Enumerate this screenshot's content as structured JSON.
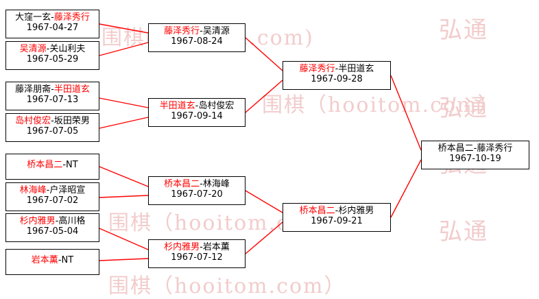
{
  "diagram": {
    "type": "tournament-bracket",
    "title": "",
    "watermarks": [
      "弘通",
      "弘通",
      "弘通",
      "弘通",
      "围棋(hooitom.com)",
      "围棋（hooitom.com）",
      "围棋（hooitom.com）"
    ],
    "colors": {
      "line": "#ff0000",
      "box_border": "#000000",
      "winner_text": "#ff0000",
      "loser_text": "#000000",
      "watermark": "#f2cccc"
    },
    "rounds": [
      {
        "name": "round-1",
        "matches": [
          {
            "id": "r1m1",
            "winner": "大窪一玄",
            "loser": "藤泽秀行",
            "winner_side": "left",
            "pairing": "大窪一玄-藤泽秀行",
            "date": "1967-04-27"
          },
          {
            "id": "r1m2",
            "winner": "吴清源",
            "loser": "关山利夫",
            "winner_side": "left",
            "pairing": "吴清源-关山利夫",
            "date": "1967-05-29"
          },
          {
            "id": "r1m3",
            "winner": "半田道玄",
            "loser": "藤泽朋斋",
            "winner_side": "right",
            "pairing": "藤泽朋斋-半田道玄",
            "date": "1967-07-13"
          },
          {
            "id": "r1m4",
            "winner": "岛村俊宏",
            "loser": "坂田荣男",
            "winner_side": "left",
            "pairing": "岛村俊宏-坂田荣男",
            "date": "1967-07-05"
          },
          {
            "id": "r1m5",
            "winner": "桥本昌二",
            "loser": "NT",
            "winner_side": "left",
            "pairing": "桥本昌二-NT",
            "date": ""
          },
          {
            "id": "r1m6",
            "winner": "林海峰",
            "loser": "户泽昭宣",
            "winner_side": "left",
            "pairing": "林海峰-户泽昭宣",
            "date": "1967-07-02"
          },
          {
            "id": "r1m7",
            "winner": "杉内雅男",
            "loser": "高川格",
            "winner_side": "left",
            "pairing": "杉内雅男-高川格",
            "date": "1967-05-04"
          },
          {
            "id": "r1m8",
            "winner": "岩本薫",
            "loser": "NT",
            "winner_side": "left",
            "pairing": "岩本薫-NT",
            "date": ""
          }
        ]
      },
      {
        "name": "round-2",
        "matches": [
          {
            "id": "r2m1",
            "winner": "藤泽秀行",
            "loser": "吴清源",
            "winner_side": "left",
            "pairing": "藤泽秀行-吴清源",
            "date": "1967-08-24"
          },
          {
            "id": "r2m2",
            "winner": "半田道玄",
            "loser": "岛村俊宏",
            "winner_side": "left",
            "pairing": "半田道玄-岛村俊宏",
            "date": "1967-09-14"
          },
          {
            "id": "r2m3",
            "winner": "桥本昌二",
            "loser": "林海峰",
            "winner_side": "left",
            "pairing": "桥本昌二-林海峰",
            "date": "1967-07-20"
          },
          {
            "id": "r2m4",
            "winner": "杉内雅男",
            "loser": "岩本薫",
            "winner_side": "left",
            "pairing": "杉内雅男-岩本薫",
            "date": "1967-07-12"
          }
        ]
      },
      {
        "name": "round-3",
        "matches": [
          {
            "id": "r3m1",
            "winner": "藤泽秀行",
            "loser": "半田道玄",
            "winner_side": "left",
            "pairing": "藤泽秀行-半田道玄",
            "date": "1967-09-28"
          },
          {
            "id": "r3m2",
            "winner": "桥本昌二",
            "loser": "杉内雅男",
            "winner_side": "left",
            "pairing": "桥本昌二-杉内雅男",
            "date": "1967-09-21"
          }
        ]
      },
      {
        "name": "final",
        "matches": [
          {
            "id": "r4m1",
            "winner": "桥本昌二",
            "loser": "藤泽秀行",
            "winner_side": "left",
            "pairing": "桥本昌二-藤泽秀行",
            "date": "1967-10-19"
          }
        ]
      }
    ]
  }
}
